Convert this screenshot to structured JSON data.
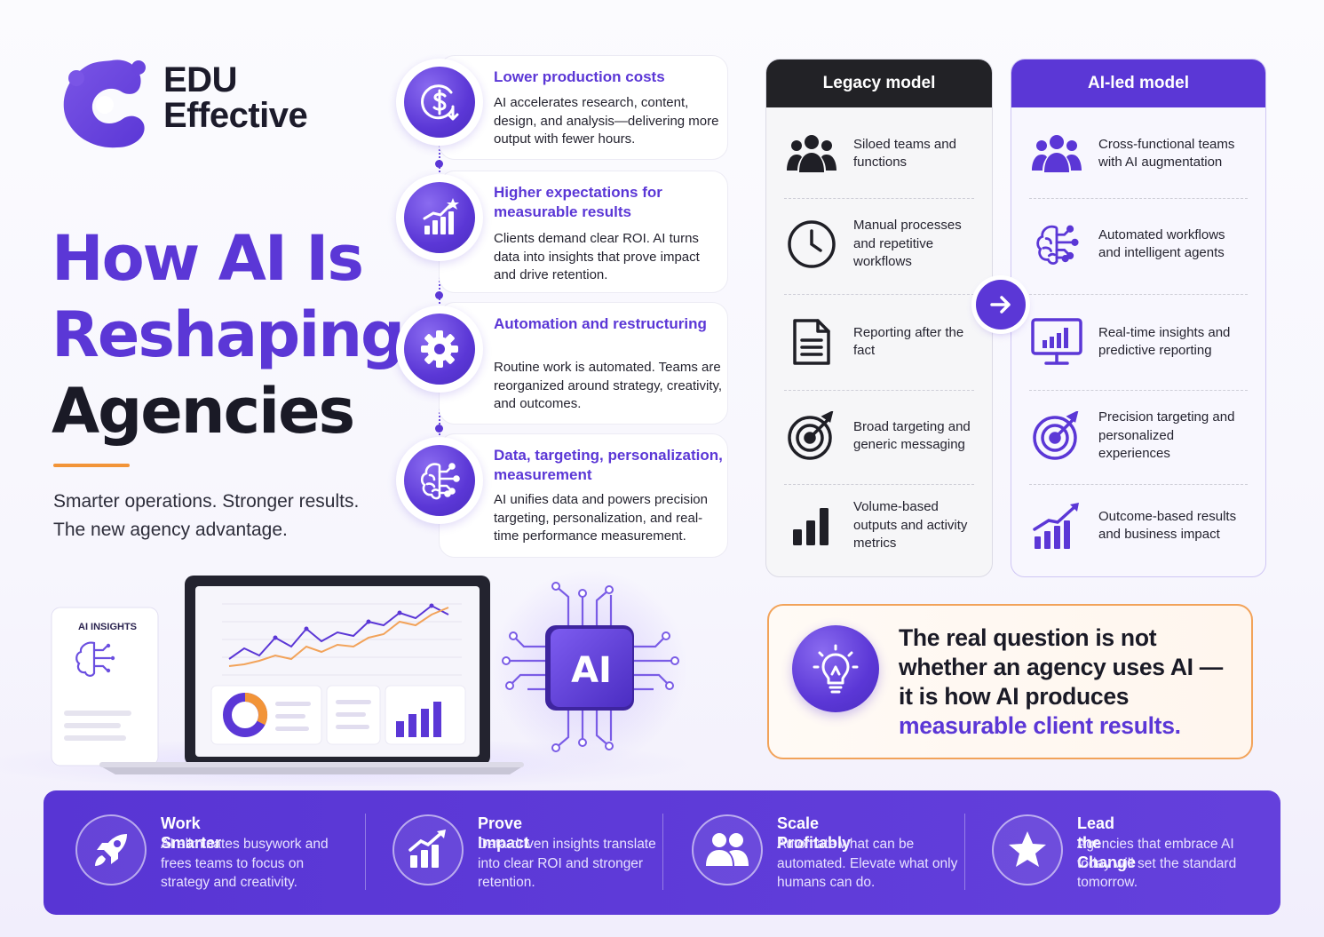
{
  "brand": {
    "line1": "EDU",
    "line2": "Effective"
  },
  "headline": {
    "line1": "How AI Is",
    "line2": "Reshaping",
    "line3": "Agencies"
  },
  "tagline": {
    "line1": "Smarter operations. Stronger results.",
    "line2": "The new agency advantage."
  },
  "benefits": [
    {
      "icon": "dollar-down-icon",
      "title": "Lower production costs",
      "desc": "AI accelerates research, content, design, and analysis—delivering more output with fewer hours."
    },
    {
      "icon": "rising-chart-star-icon",
      "title": "Higher expectations for measurable results",
      "desc": "Clients demand clear ROI. AI turns data into insights that prove impact and drive retention."
    },
    {
      "icon": "gear-icon",
      "title": "Automation and restructuring",
      "desc": "Routine work is automated. Teams are reorganized around strategy, creativity, and outcomes."
    },
    {
      "icon": "ai-brain-icon",
      "title": "Data, targeting, personalization, measurement",
      "desc": "AI unifies data and powers precision targeting, personalization, and real-time performance measurement."
    }
  ],
  "comparison": {
    "legacy": {
      "title": "Legacy model",
      "rows": [
        {
          "icon": "team-icon",
          "text": "Siloed teams and functions"
        },
        {
          "icon": "clock-icon",
          "text": "Manual processes and repetitive workflows"
        },
        {
          "icon": "document-icon",
          "text": "Reporting after the fact"
        },
        {
          "icon": "target-icon",
          "text": "Broad targeting and generic messaging"
        },
        {
          "icon": "bar-chart-icon",
          "text": "Volume-based outputs and activity metrics"
        }
      ]
    },
    "ai": {
      "title": "AI-led model",
      "rows": [
        {
          "icon": "team-icon",
          "text": "Cross-functional teams with AI augmentation"
        },
        {
          "icon": "ai-brain-icon",
          "text": "Automated workflows and intelligent agents"
        },
        {
          "icon": "monitor-chart-icon",
          "text": "Real-time insights and predictive reporting"
        },
        {
          "icon": "target-icon",
          "text": "Precision targeting and personalized experiences"
        },
        {
          "icon": "growth-chart-icon",
          "text": "Outcome-based results and business impact"
        }
      ]
    }
  },
  "illustration": {
    "card_label": "AI INSIGHTS",
    "chip_label": "AI"
  },
  "quote": {
    "line1": "The real question is not",
    "line2": "whether an agency uses AI —",
    "line3": "it is how AI produces",
    "highlight": "measurable client results."
  },
  "bottom": [
    {
      "icon": "rocket-icon",
      "title": "Work Smarter",
      "desc": "AI eliminates busywork and frees teams to focus on strategy and creativity."
    },
    {
      "icon": "growth-chart-icon",
      "title": "Prove Impact",
      "desc": "Data-driven insights translate into clear ROI and stronger retention."
    },
    {
      "icon": "people-icon",
      "title": "Scale Profitably",
      "desc": "Automate what can be automated. Elevate what only humans can do."
    },
    {
      "icon": "star-icon",
      "title": "Lead the Change",
      "desc": "Agencies that embrace AI today will set the standard tomorrow."
    }
  ],
  "colors": {
    "primary": "#5b37d6",
    "accent": "#f29438",
    "dark": "#1a1a26"
  }
}
